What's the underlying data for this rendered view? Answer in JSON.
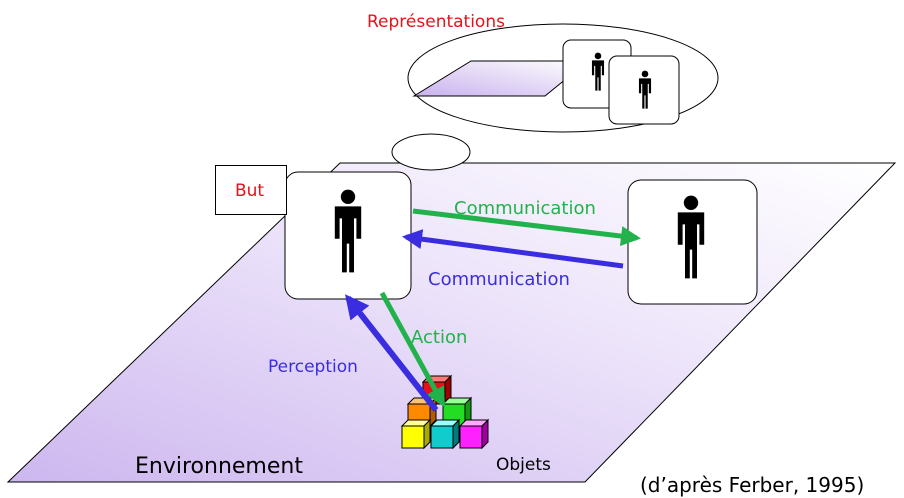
{
  "labels": {
    "representations": "Représentations",
    "but": "But",
    "communication_out": "Communication",
    "communication_in": "Communication",
    "action": "Action",
    "perception": "Perception",
    "environnement": "Environnement",
    "objets": "Objets",
    "citation": "(d’après Ferber, 1995)"
  },
  "colors": {
    "red_text": "#e8101b",
    "green": "#22b24c",
    "blue": "#3a2de0",
    "environment_fill": "#d9c6f2",
    "cube_colors": [
      "#e8101b",
      "#ff8a00",
      "#22dd22",
      "#ffff00",
      "#11cccc",
      "#ff22ff"
    ]
  },
  "icons": [
    "agent-person-icon",
    "arrow-icon",
    "cube-icon"
  ]
}
